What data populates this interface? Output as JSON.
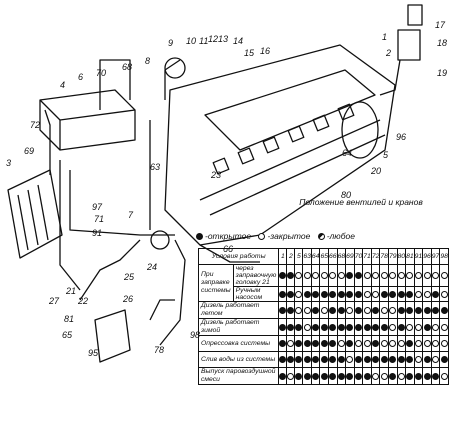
{
  "callouts": [
    "1",
    "2",
    "3",
    "4",
    "5",
    "6",
    "7",
    "8",
    "9",
    "10",
    "11",
    "12",
    "13",
    "14",
    "15",
    "16",
    "17",
    "18",
    "19",
    "20",
    "21",
    "22",
    "23",
    "24",
    "25",
    "26",
    "27",
    "63",
    "64",
    "65",
    "66",
    "68",
    "69",
    "70",
    "71",
    "72",
    "78",
    "80",
    "81",
    "91",
    "95",
    "96",
    "97",
    "98"
  ],
  "legend": {
    "title": "Положение вентилей и кранов",
    "items": [
      {
        "kind": "open",
        "label": "-открытое"
      },
      {
        "kind": "closed",
        "label": "-закрытое"
      },
      {
        "kind": "any",
        "label": "-любое"
      }
    ]
  },
  "table": {
    "header_label": "Условия работы",
    "columns": [
      "1",
      "2",
      "5",
      "63",
      "64",
      "65",
      "66",
      "68",
      "69",
      "70",
      "71",
      "72",
      "78",
      "79",
      "80",
      "81",
      "91",
      "96",
      "97",
      "98"
    ],
    "rows": [
      {
        "group": "При заправке системы",
        "label": "через заправочную головку 21",
        "states": "ooccccccooccccccccccc"
      },
      {
        "group": "",
        "label": "Ручным насосом",
        "states": "oocoooooooccoooocco"
      },
      {
        "label": "Дизель работает летом",
        "states": "ooccocoocococcoooooo"
      },
      {
        "label": "Дизель работает зимой",
        "states": "ooocooooooooococcocc"
      },
      {
        "label": "Опрессовка системы",
        "states": "ocooooococcocccocccc"
      },
      {
        "label": "Слив воды из системы",
        "states": "oooooooocooooooococo"
      },
      {
        "label": "Выпуск паровоздушной смеси",
        "states": "ocoooooooooccocooooc"
      }
    ]
  }
}
